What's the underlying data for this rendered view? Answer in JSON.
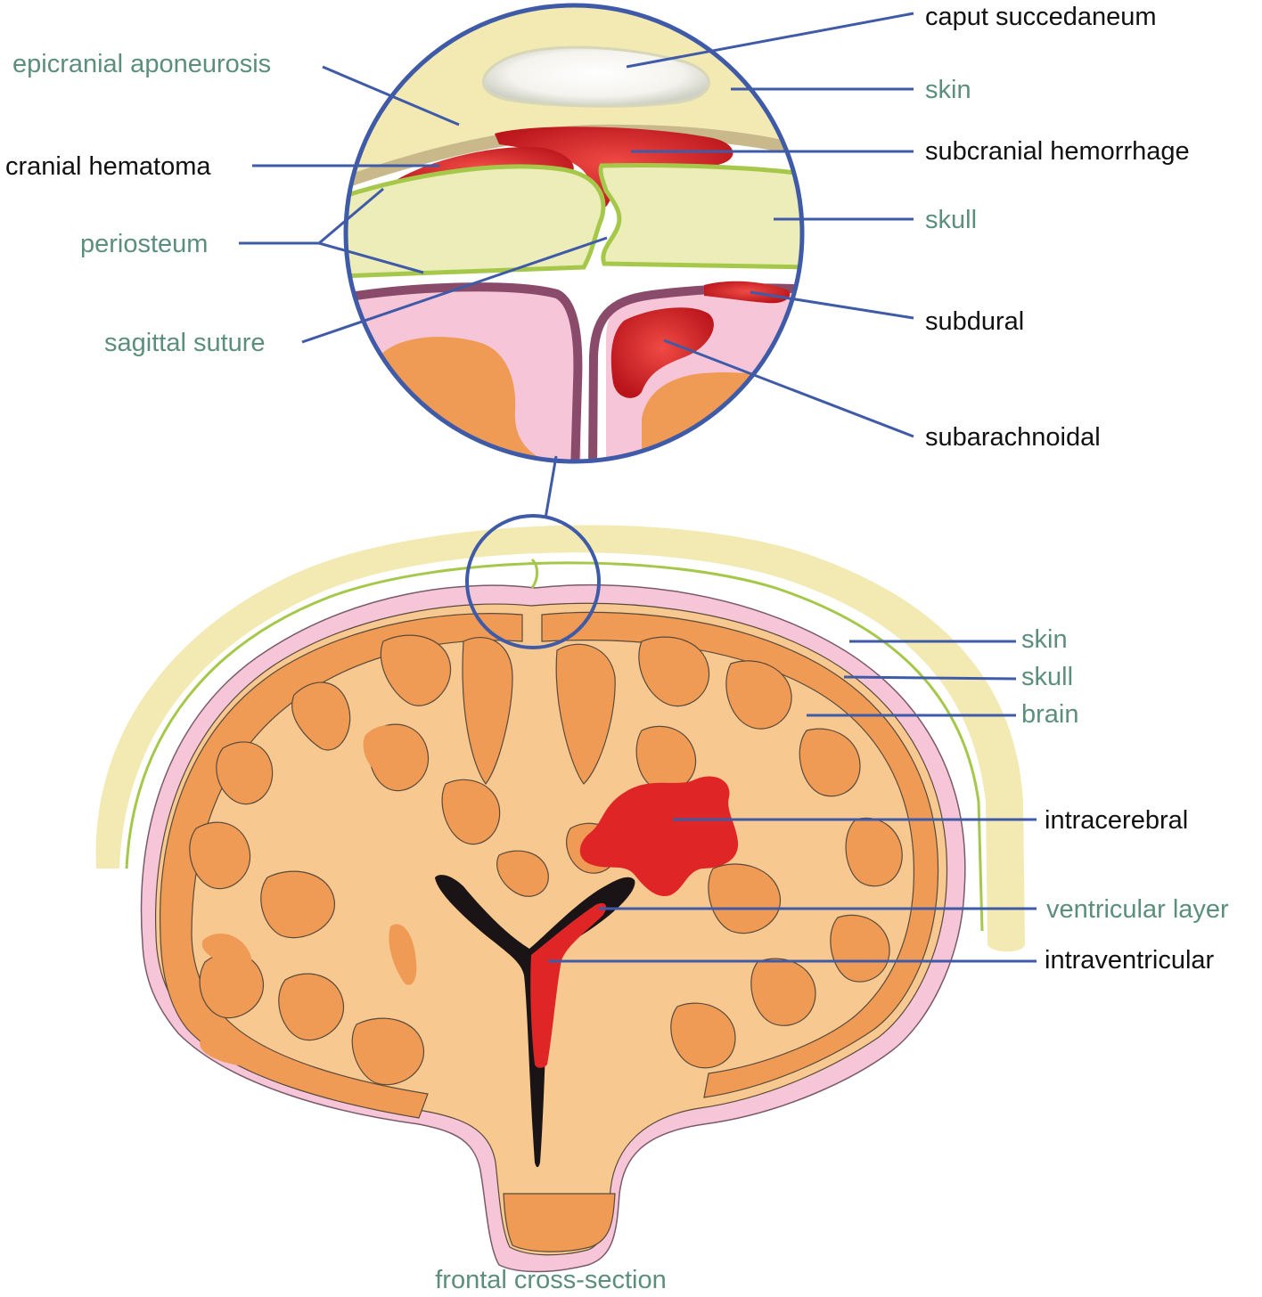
{
  "colors": {
    "leader": "#3f5ba8",
    "label_dark": "#111111",
    "label_green": "#5b8f7c",
    "skin": "#f2e9b3",
    "skull": "#ecedb8",
    "periosteum": "#a6c84a",
    "cortex": "#ef9b55",
    "white_matter": "#f7c990",
    "meninges": "#f6c6d8",
    "dura": "#8a4b6a",
    "blood": "#e02526",
    "ventricle": "#1a1416"
  },
  "labels": {
    "caput_succedaneum": "caput succedaneum",
    "skin_top": "skin",
    "subcranial_hemorrhage": "subcranial hemorrhage",
    "skull_top": "skull",
    "subdural": "subdural",
    "subarachnoidal": "subarachnoidal",
    "epicranial_aponeurosis": "epicranial aponeurosis",
    "cranial_hematoma": "cranial hematoma",
    "periosteum": "periosteum",
    "sagittal_suture": "sagittal suture",
    "skin_bottom": "skin",
    "skull_bottom": "skull",
    "brain": "brain",
    "intracerebral": "intracerebral",
    "ventricular_layer": "ventricular layer",
    "intraventricular": "intraventricular",
    "caption": "frontal cross-section"
  }
}
